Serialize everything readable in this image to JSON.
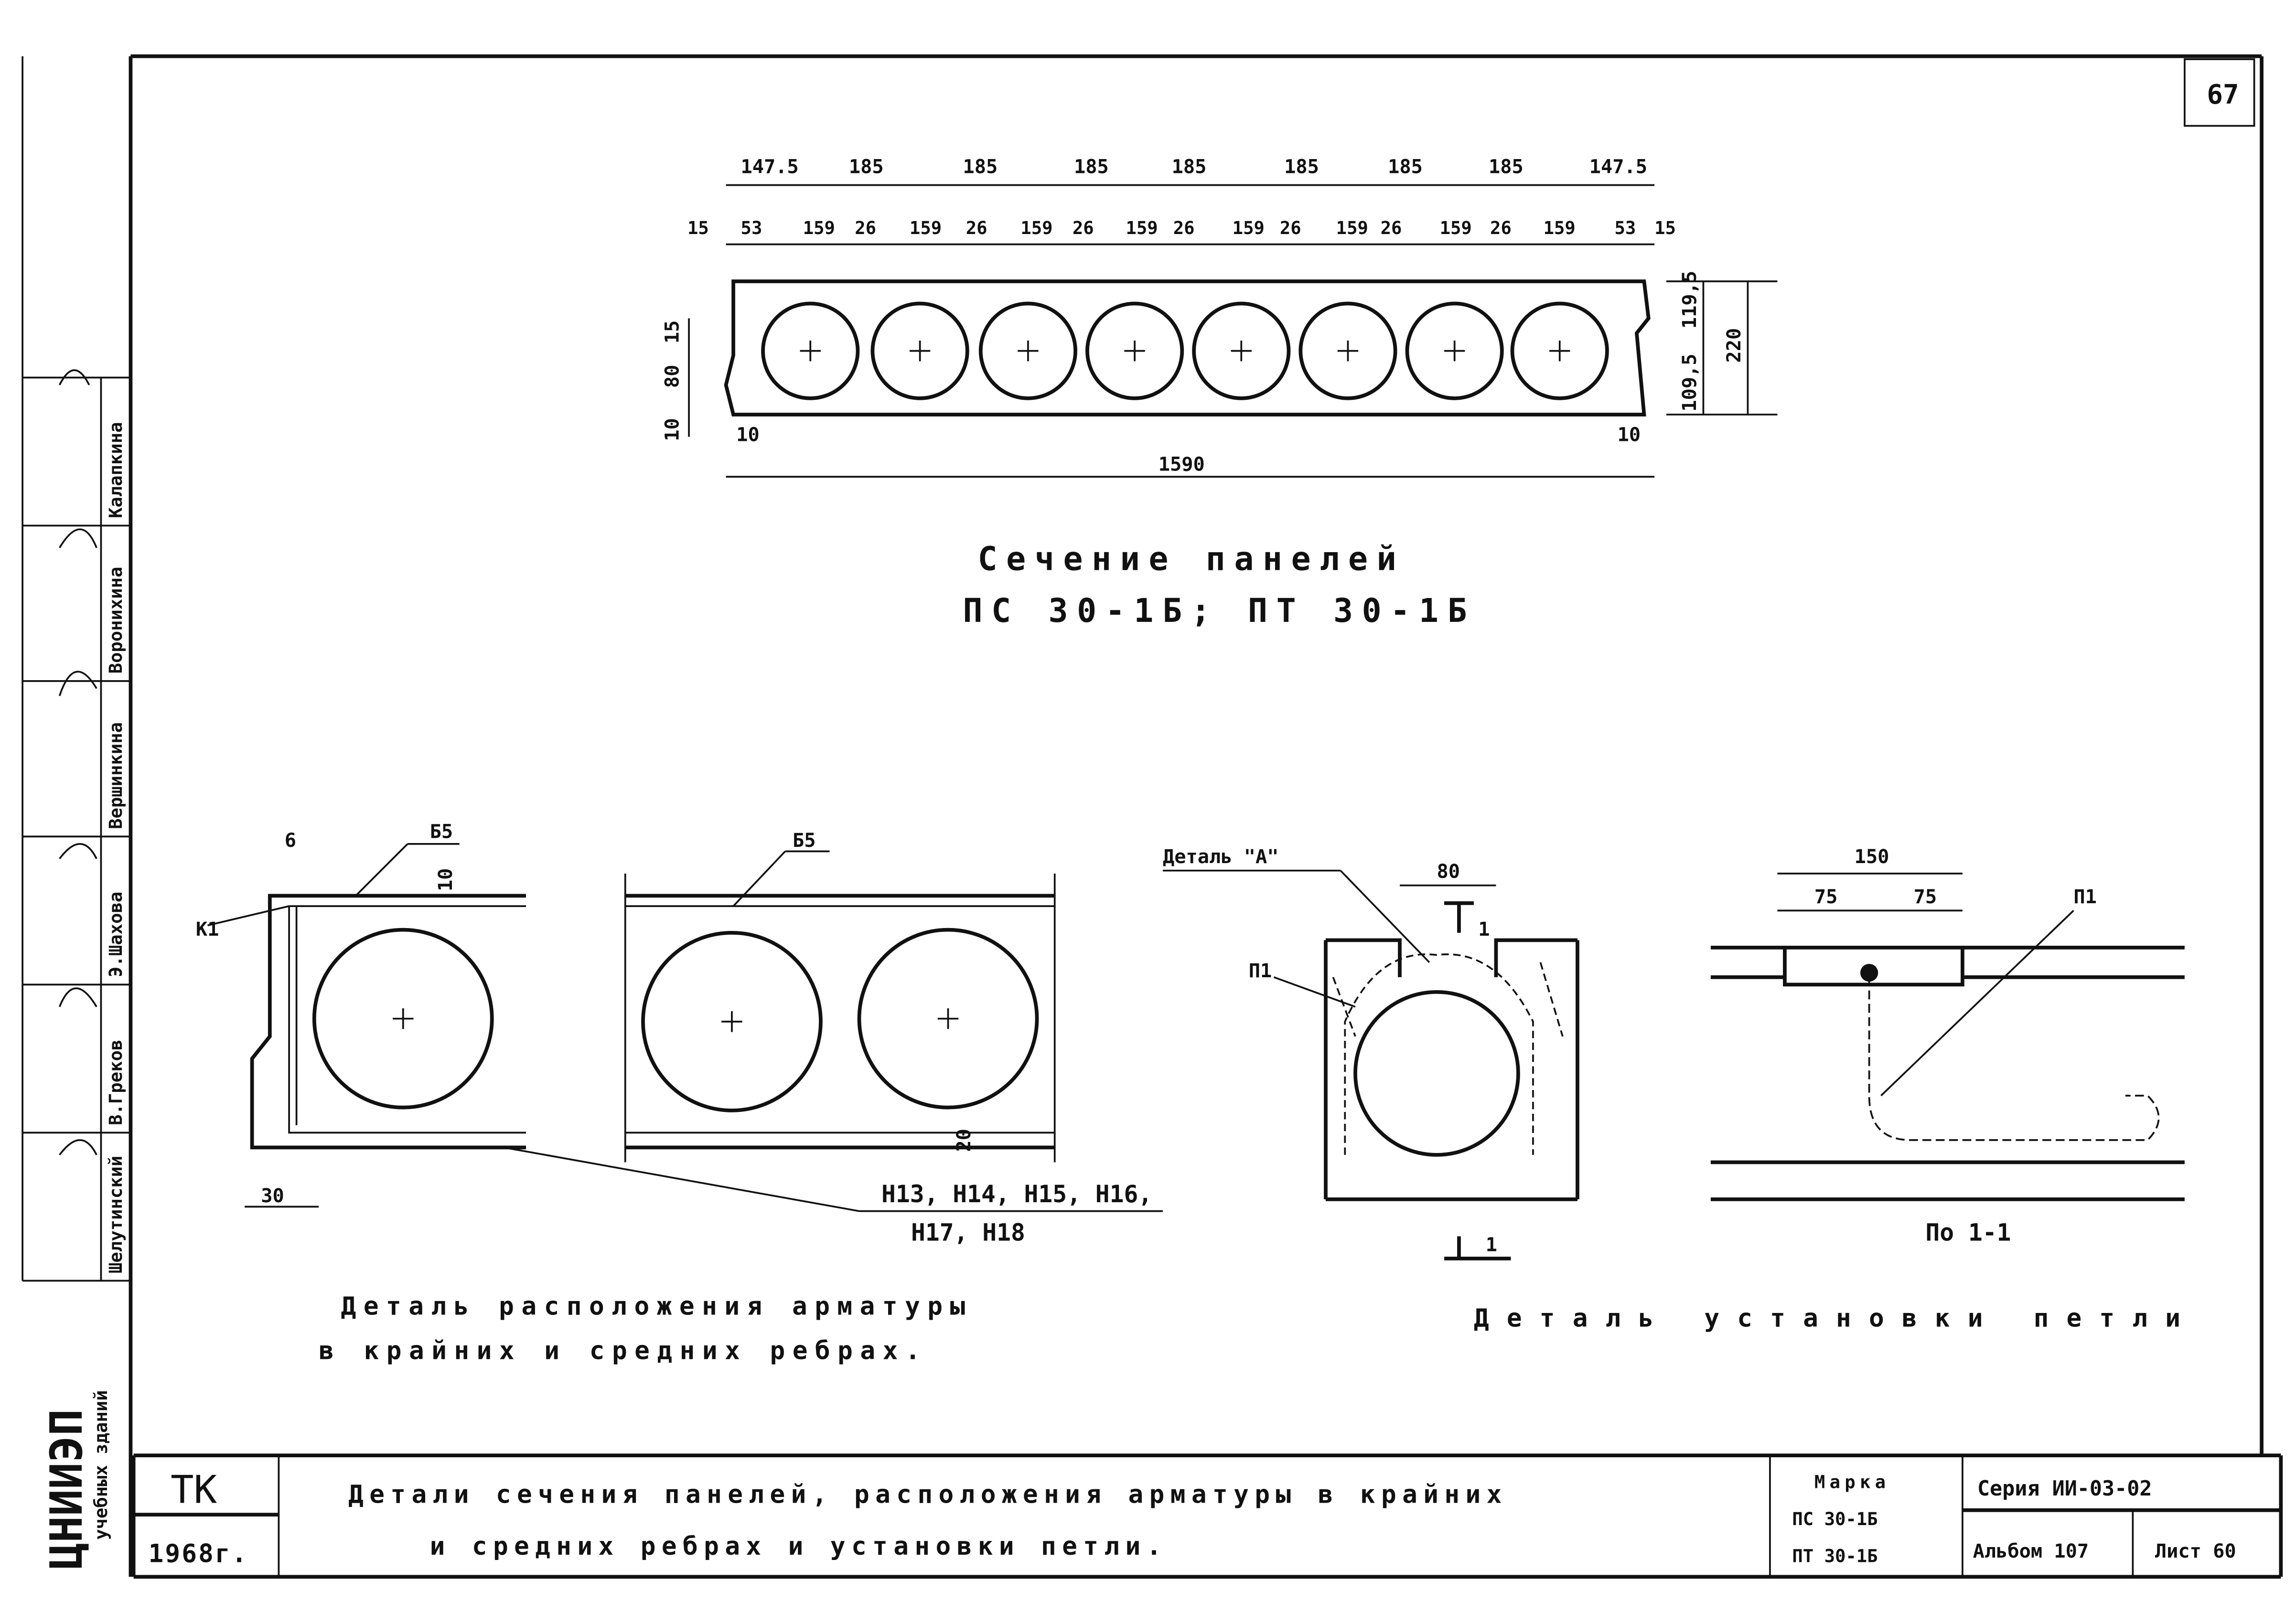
{
  "sheet": {
    "page_number": "67"
  },
  "stamp": {
    "organization": "ЦНИИЭП",
    "organization_sub": "учебных зданий",
    "names": [
      "Шелутинский",
      "В.Греков",
      "Э.Шахова",
      "Вершинкина",
      "Воронихина",
      "Калапкина"
    ]
  },
  "section": {
    "top_dims": [
      "147.5",
      "185",
      "185",
      "185",
      "185",
      "185",
      "185",
      "185",
      "147.5"
    ],
    "second_dims": [
      "15",
      "53",
      "159",
      "26",
      "159",
      "26",
      "159",
      "26",
      "159",
      "26",
      "159",
      "26",
      "159",
      "26",
      "159",
      "26",
      "159",
      "53",
      "15"
    ],
    "overall": "1590",
    "edge_left": "10",
    "edge_right": "10",
    "right_dims": [
      "119,5",
      "109,5",
      "220"
    ],
    "left_dims": [
      "15",
      "80",
      "10"
    ],
    "title_line1": "Сечение панелей",
    "title_line2": "ПС 30-1Б;   ПТ 30-1Б"
  },
  "rib_detail": {
    "label_b5_a": "Б5",
    "label_b5_b": "Б5",
    "label_k1": "К1",
    "dim_6": "6",
    "dim_10": "10",
    "dim_30": "30",
    "dim_20": "20",
    "bars_line1": "Н13, Н14, Н15, Н16,",
    "bars_line2": "Н17, Н18",
    "caption_line1": "Деталь расположения арматуры",
    "caption_line2": "в крайних и средних ребрах."
  },
  "loop_detail": {
    "detail_a": "Деталь \"А\"",
    "dim_80": "80",
    "label_p1_a": "П1",
    "cut_1a": "1",
    "cut_1b": "1",
    "dim_150": "150",
    "dim_75a": "75",
    "dim_75b": "75",
    "label_p1_b": "П1",
    "section_label": "По 1-1",
    "caption": "Деталь установки петли"
  },
  "title_block": {
    "code": "ТК",
    "year": "1968г.",
    "title_line1": "Детали сечения панелей, расположения арматуры в крайних",
    "title_line2": "и средних ребрах и установки петли.",
    "marka_label": "Марка",
    "marka_1": "ПС 30-1Б",
    "marka_2": "ПТ 30-1Б",
    "series": "Серия ИИ-03-02",
    "album": "Альбом 107",
    "sheet": "Лист 60"
  }
}
